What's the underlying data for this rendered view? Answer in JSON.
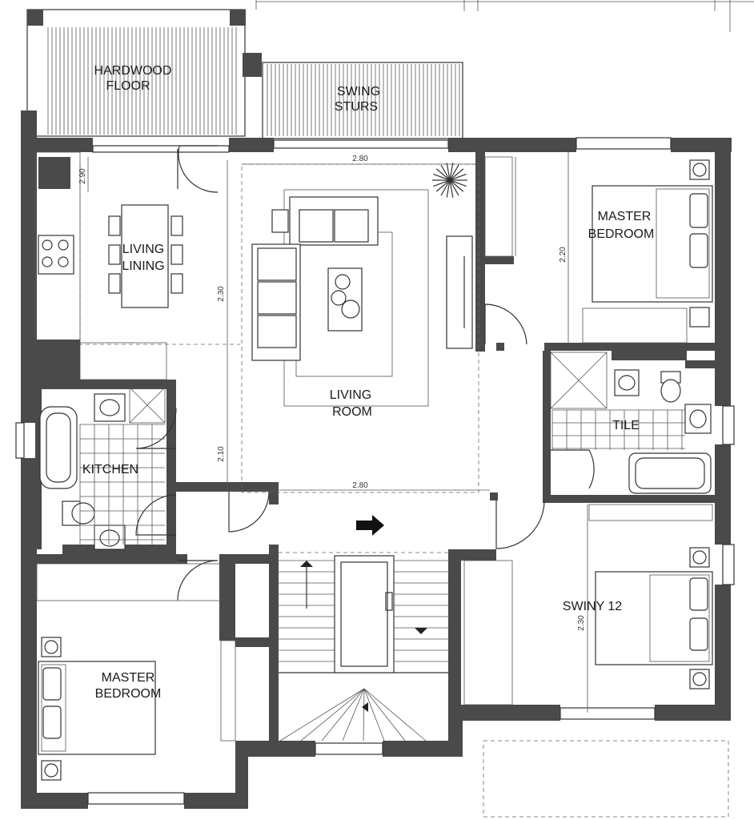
{
  "rooms": {
    "deck": [
      "HARDWOOD",
      "FLOOR"
    ],
    "balcony": [
      "SWING",
      "STURS"
    ],
    "living_lining": [
      "LIVING",
      "LINING"
    ],
    "master_bedroom_top": [
      "MASTER",
      "BEDROOM"
    ],
    "living_room": [
      "LIVING",
      "ROOM"
    ],
    "tile": "TILE",
    "kitchen": "KITCHEN",
    "swiny": "SWINY 12",
    "master_bedroom_bottom": [
      "MASTER",
      "BEDROOM"
    ]
  },
  "dimensions": {
    "living_top": "2.80",
    "living_middle": "2.80",
    "kitchen_side": "2.90",
    "master_side": "2.20",
    "living_side_upper": "2.30",
    "living_side_lower": "2.10",
    "swiny_side": "2.30"
  }
}
